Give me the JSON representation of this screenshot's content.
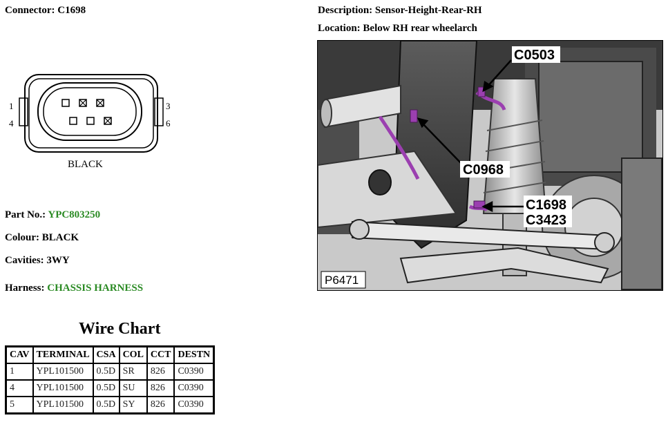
{
  "connector": {
    "label": "Connector:",
    "value": "C1698"
  },
  "description": {
    "label": "Description:",
    "value": "Sensor-Height-Rear-RH"
  },
  "location": {
    "label": "Location:",
    "value": "Below RH rear wheelarch"
  },
  "diagram": {
    "pin_labels": [
      "1",
      "4",
      "3",
      "6"
    ],
    "housing_label": "BLACK"
  },
  "part_no": {
    "label": "Part No.:",
    "value": "YPC803250"
  },
  "colour": {
    "label": "Colour:",
    "value": "BLACK"
  },
  "cavities": {
    "label": "Cavities:",
    "value": "3WY"
  },
  "harness": {
    "label": "Harness:",
    "value": "CHASSIS HARNESS"
  },
  "photo": {
    "callouts": [
      "C0503",
      "C0968",
      "C1698",
      "C3423"
    ],
    "figure_id": "P6471"
  },
  "wire_chart": {
    "title": "Wire Chart",
    "columns": [
      "CAV",
      "TERMINAL",
      "CSA",
      "COL",
      "CCT",
      "DESTN"
    ],
    "rows": [
      [
        "1",
        "YPL101500",
        "0.5D",
        "SR",
        "826",
        "C0390"
      ],
      [
        "4",
        "YPL101500",
        "0.5D",
        "SU",
        "826",
        "C0390"
      ],
      [
        "5",
        "YPL101500",
        "0.5D",
        "SY",
        "826",
        "C0390"
      ]
    ]
  }
}
